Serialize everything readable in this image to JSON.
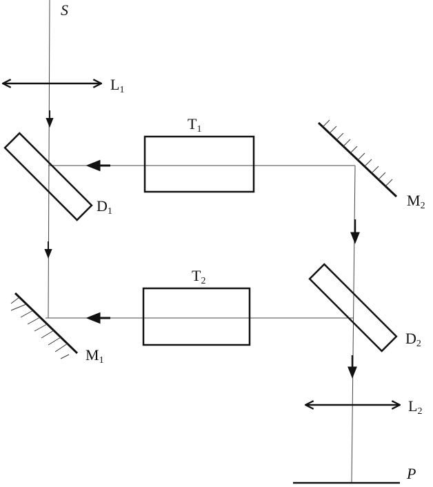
{
  "diagram": {
    "source_label": "S",
    "lens1": {
      "main": "L",
      "sub": "1"
    },
    "lens2": {
      "main": "L",
      "sub": "2"
    },
    "tube1": {
      "main": "T",
      "sub": "1"
    },
    "tube2": {
      "main": "T",
      "sub": "2"
    },
    "mirror1": {
      "main": "M",
      "sub": "1"
    },
    "mirror2": {
      "main": "M",
      "sub": "2"
    },
    "divider1": {
      "main": "D",
      "sub": "1"
    },
    "divider2": {
      "main": "D",
      "sub": "2"
    },
    "screen_label": "P"
  }
}
